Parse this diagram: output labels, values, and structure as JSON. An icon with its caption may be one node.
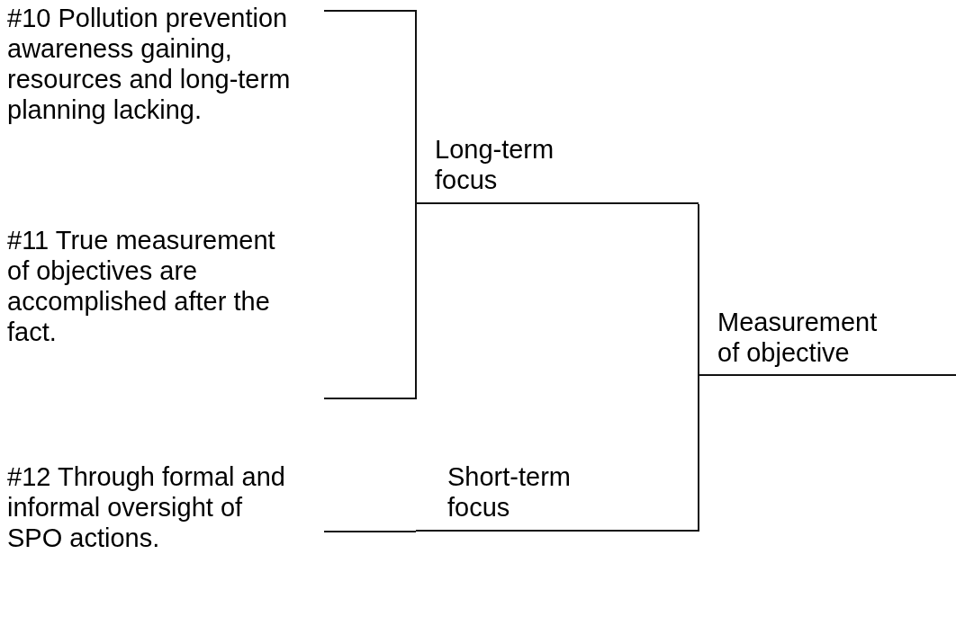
{
  "diagram": {
    "nodes": [
      {
        "text": [
          "#10 Pollution prevention awareness gaining, resources and long-term planning lacking."
        ]
      },
      {
        "text": [
          "#11 True measurement of objectives are accomplished after the fact."
        ]
      },
      {
        "text": [
          "#12 Through formal and informal oversight of SPO actions."
        ]
      },
      {
        "text": [
          "Long-term focus"
        ]
      },
      {
        "text": [
          "Short-term focus"
        ]
      },
      {
        "text": [
          "Measurement of objective"
        ]
      }
    ],
    "edges": [
      {
        "from": 0,
        "to": 3,
        "arrow": "none"
      },
      {
        "from": 1,
        "to": 3,
        "arrow": "none"
      },
      {
        "from": 2,
        "to": 4,
        "arrow": "none"
      },
      {
        "from": 3,
        "to": 5,
        "arrow": "none"
      },
      {
        "from": 4,
        "to": 5,
        "arrow": "none"
      },
      {
        "from": 5,
        "to": null,
        "arrow": "none"
      }
    ]
  }
}
